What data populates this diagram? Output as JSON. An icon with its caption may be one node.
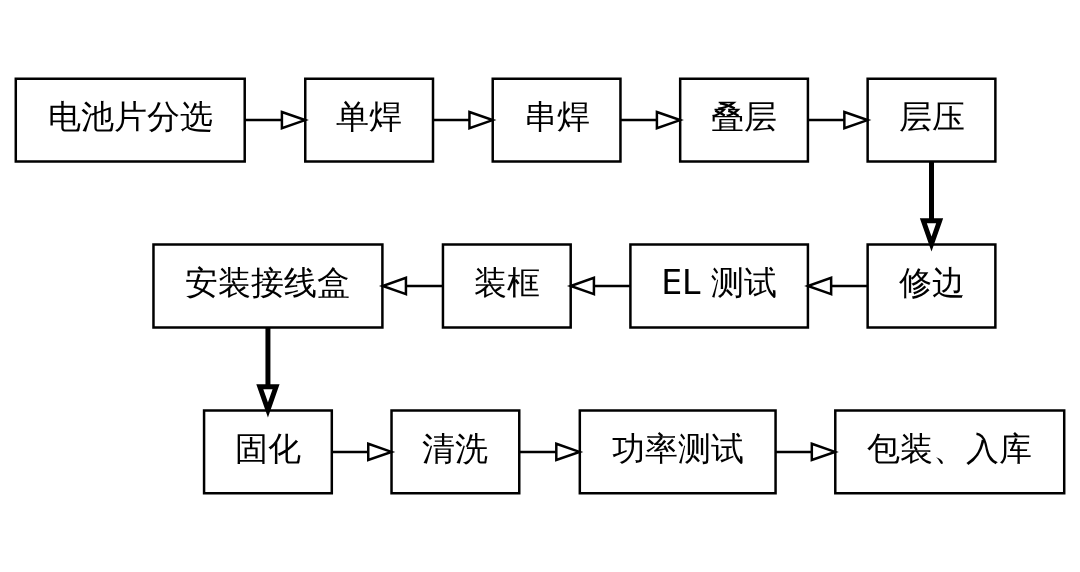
{
  "diagram": {
    "nodes": [
      {
        "text": [
          "电池片分选"
        ]
      },
      {
        "text": [
          "单焊"
        ]
      },
      {
        "text": [
          "串焊"
        ]
      },
      {
        "text": [
          "叠层"
        ]
      },
      {
        "text": [
          "层压"
        ]
      },
      {
        "text": [
          "修边"
        ]
      },
      {
        "text": [
          "EL 测试"
        ]
      },
      {
        "text": [
          "装框"
        ]
      },
      {
        "text": [
          "安装接线盒"
        ]
      },
      {
        "text": [
          "固化"
        ]
      },
      {
        "text": [
          "清洗"
        ]
      },
      {
        "text": [
          "功率测试"
        ]
      },
      {
        "text": [
          "包装、入库"
        ]
      }
    ],
    "edges": [
      {
        "from": 0,
        "to": 1,
        "arrow": "to"
      },
      {
        "from": 1,
        "to": 2,
        "arrow": "to"
      },
      {
        "from": 2,
        "to": 3,
        "arrow": "to"
      },
      {
        "from": 3,
        "to": 4,
        "arrow": "to"
      },
      {
        "from": 4,
        "to": 5,
        "arrow": "to",
        "style": "thick"
      },
      {
        "from": 5,
        "to": 6,
        "arrow": "to"
      },
      {
        "from": 6,
        "to": 7,
        "arrow": "to"
      },
      {
        "from": 7,
        "to": 8,
        "arrow": "to"
      },
      {
        "from": 8,
        "to": 9,
        "arrow": "to",
        "style": "thick"
      },
      {
        "from": 9,
        "to": 10,
        "arrow": "to"
      },
      {
        "from": 10,
        "to": 11,
        "arrow": "to"
      },
      {
        "from": 11,
        "to": 12,
        "arrow": "to"
      }
    ]
  }
}
